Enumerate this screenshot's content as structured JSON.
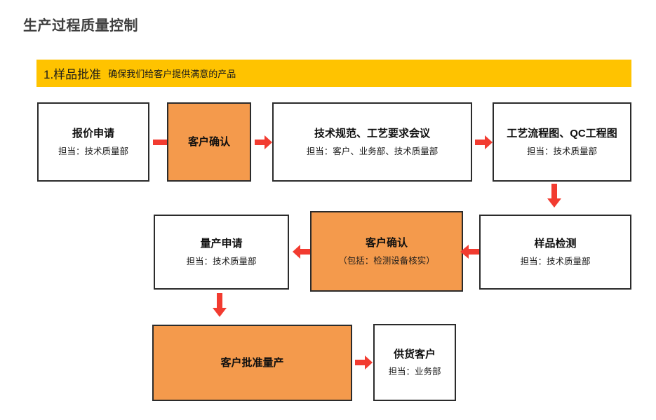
{
  "page": {
    "title": "生产过程质量控制"
  },
  "section": {
    "number_label": "1.样品批准",
    "subtitle": "确保我们给客户提供满意的产品",
    "banner_color": "#FFC300"
  },
  "colors": {
    "orange_fill": "#F49A4C",
    "arrow_red": "#F23B30",
    "box_border": "#2b2b2b",
    "title_gray": "#3f3f3f"
  },
  "flow": {
    "nodes": [
      {
        "id": "quote-request",
        "title": "报价申请",
        "subtitle": "担当：技术质量部",
        "highlighted": false
      },
      {
        "id": "customer-confirm-1",
        "title": "客户确认",
        "subtitle": "",
        "highlighted": true
      },
      {
        "id": "spec-meeting",
        "title": "技术规范、工艺要求会议",
        "subtitle": "担当：客户、业务部、技术质量部",
        "highlighted": false
      },
      {
        "id": "process-flow-qc-chart",
        "title": "工艺流程图、QC工程图",
        "subtitle": "担当：技术质量部",
        "highlighted": false
      },
      {
        "id": "sample-inspection",
        "title": "样品检测",
        "subtitle": "担当：技术质量部",
        "highlighted": false
      },
      {
        "id": "customer-confirm-2",
        "title": "客户确认",
        "subtitle": "（包括：检测设备核实）",
        "highlighted": true
      },
      {
        "id": "mass-production-request",
        "title": "量产申请",
        "subtitle": "担当：技术质量部",
        "highlighted": false
      },
      {
        "id": "customer-approve-mass-production",
        "title": "客户批准量产",
        "subtitle": "",
        "highlighted": true
      },
      {
        "id": "supply-customer",
        "title": "供货客户",
        "subtitle": "担当：业务部",
        "highlighted": false
      }
    ],
    "arrows": [
      {
        "id": "arrow-quote-to-confirm1",
        "direction": "right"
      },
      {
        "id": "arrow-confirm1-to-meeting",
        "direction": "right"
      },
      {
        "id": "arrow-meeting-to-qcchart",
        "direction": "right"
      },
      {
        "id": "arrow-qcchart-to-sample",
        "direction": "down"
      },
      {
        "id": "arrow-sample-to-confirm2",
        "direction": "left"
      },
      {
        "id": "arrow-confirm2-to-mprequest",
        "direction": "left"
      },
      {
        "id": "arrow-mprequest-to-approve",
        "direction": "down"
      },
      {
        "id": "arrow-approve-to-supply",
        "direction": "right"
      }
    ]
  }
}
